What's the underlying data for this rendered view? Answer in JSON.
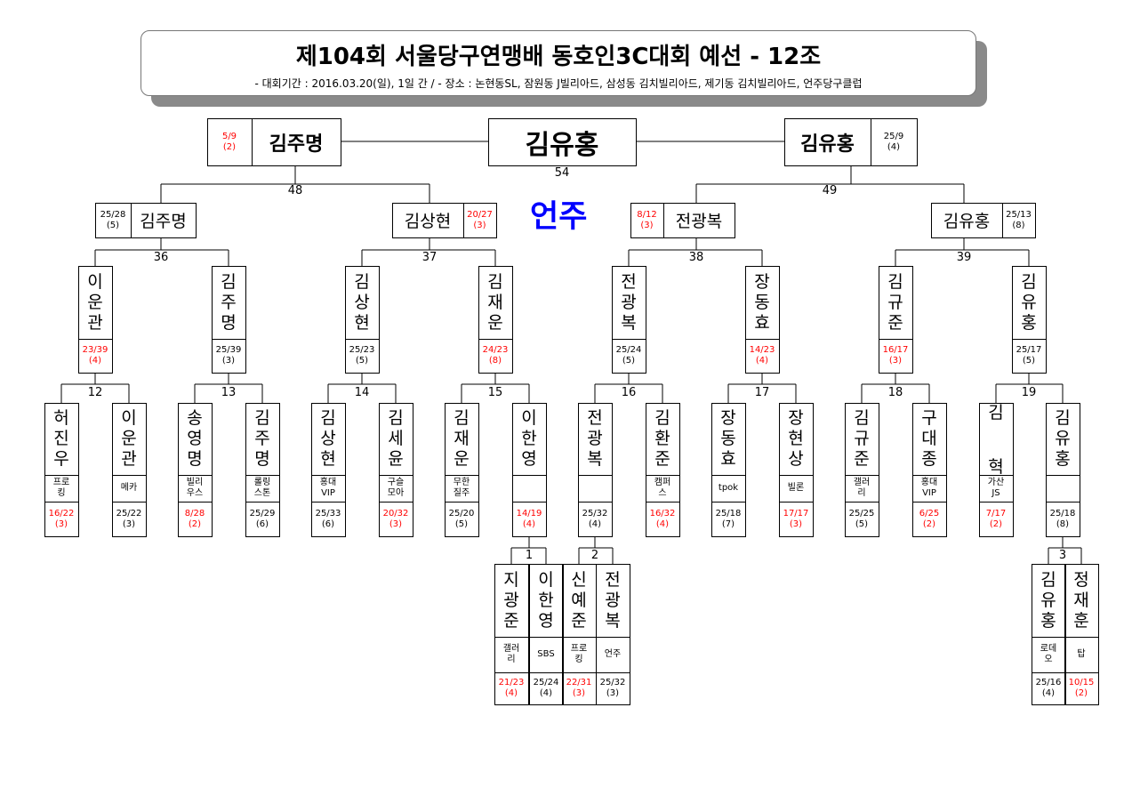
{
  "header": {
    "title": "제104회  서울당구연맹배  동호인3C대회  예선  -  12조",
    "subtitle": "-  대회기간 : 2016.03.20(일), 1일  간  /  -  장소 :  논현동SL, 잠원동 J빌리아드, 삼성동 김치빌리아드, 제기동 김치빌리아드, 언주당구클럽"
  },
  "venue": "언주",
  "final": {
    "winner": "김유홍",
    "match_no": "54"
  },
  "level1": [
    {
      "name": "김주명",
      "score": "5/9",
      "rank": "(2)",
      "red": true
    },
    {
      "name": "김유홍",
      "score": "25/9",
      "rank": "(4)",
      "red": false
    }
  ],
  "level1_matches": [
    "48",
    "49"
  ],
  "level2": [
    {
      "name": "김주명",
      "score": "25/28",
      "rank": "(5)",
      "red": false
    },
    {
      "name": "김상현",
      "score": "20/27",
      "rank": "(3)",
      "red": true
    },
    {
      "name": "전광복",
      "score": "8/12",
      "rank": "(3)",
      "red": true
    },
    {
      "name": "김유홍",
      "score": "25/13",
      "rank": "(8)",
      "red": false
    }
  ],
  "level2_matches": [
    "36",
    "37",
    "38",
    "39"
  ],
  "level3": [
    {
      "name": "이운관",
      "score": "23/39",
      "rank": "(4)",
      "red": true
    },
    {
      "name": "김주명",
      "score": "25/39",
      "rank": "(3)",
      "red": false
    },
    {
      "name": "김상현",
      "score": "25/23",
      "rank": "(5)",
      "red": false
    },
    {
      "name": "김재운",
      "score": "24/23",
      "rank": "(8)",
      "red": true
    },
    {
      "name": "전광복",
      "score": "25/24",
      "rank": "(5)",
      "red": false
    },
    {
      "name": "장동효",
      "score": "14/23",
      "rank": "(4)",
      "red": true
    },
    {
      "name": "김규준",
      "score": "16/17",
      "rank": "(3)",
      "red": true
    },
    {
      "name": "김유홍",
      "score": "25/17",
      "rank": "(5)",
      "red": false
    }
  ],
  "level3_matches": [
    "12",
    "13",
    "14",
    "15",
    "16",
    "17",
    "18",
    "19"
  ],
  "level4": [
    {
      "name": "허진우",
      "club": "프로\n킹",
      "score": "16/22",
      "rank": "(3)",
      "red": true
    },
    {
      "name": "이운관",
      "club": "메카",
      "score": "25/22",
      "rank": "(3)",
      "red": false
    },
    {
      "name": "송영명",
      "club": "빌리\n우스",
      "score": "8/28",
      "rank": "(2)",
      "red": true
    },
    {
      "name": "김주명",
      "club": "롤링\n스톤",
      "score": "25/29",
      "rank": "(6)",
      "red": false
    },
    {
      "name": "김상현",
      "club": "홍대\nVIP",
      "score": "25/33",
      "rank": "(6)",
      "red": false
    },
    {
      "name": "김세윤",
      "club": "구슬\n모아",
      "score": "20/32",
      "rank": "(3)",
      "red": true
    },
    {
      "name": "김재운",
      "club": "무한\n질주",
      "score": "25/20",
      "rank": "(5)",
      "red": false
    },
    {
      "name": "이한영",
      "club": "",
      "score": "14/19",
      "rank": "(4)",
      "red": true
    },
    {
      "name": "전광복",
      "club": "",
      "score": "25/32",
      "rank": "(4)",
      "red": false
    },
    {
      "name": "김환준",
      "club": "캠퍼\n스",
      "score": "16/32",
      "rank": "(4)",
      "red": true
    },
    {
      "name": "장동효",
      "club": "tpok",
      "score": "25/18",
      "rank": "(7)",
      "red": false
    },
    {
      "name": "장현상",
      "club": "빌론",
      "score": "17/17",
      "rank": "(3)",
      "red": true
    },
    {
      "name": "김규준",
      "club": "갤러\n리",
      "score": "25/25",
      "rank": "(5)",
      "red": false
    },
    {
      "name": "구대종",
      "club": "홍대\nVIP",
      "score": "6/25",
      "rank": "(2)",
      "red": true
    },
    {
      "name": "김  혁",
      "club": "가산\nJS",
      "score": "7/17",
      "rank": "(2)",
      "red": true
    },
    {
      "name": "김유홍",
      "club": "",
      "score": "25/18",
      "rank": "(8)",
      "red": false
    }
  ],
  "level5_matches": [
    "1",
    "2",
    "3"
  ],
  "level5": [
    {
      "name": "지광준",
      "club": "갤러\n리",
      "score": "21/23",
      "rank": "(4)",
      "red": true
    },
    {
      "name": "이한영",
      "club": "SBS",
      "score": "25/24",
      "rank": "(4)",
      "red": false
    },
    {
      "name": "신예준",
      "club": "프로\n킹",
      "score": "22/31",
      "rank": "(3)",
      "red": true
    },
    {
      "name": "전광복",
      "club": "언주",
      "score": "25/32",
      "rank": "(3)",
      "red": false
    },
    {
      "name": "김유홍",
      "club": "로데\n오",
      "score": "25/16",
      "rank": "(4)",
      "red": false
    },
    {
      "name": "정재훈",
      "club": "탑",
      "score": "10/15",
      "rank": "(2)",
      "red": true
    }
  ],
  "colors": {
    "loser_score": "#ff0000",
    "venue": "#0000ff",
    "line": "#000000"
  }
}
